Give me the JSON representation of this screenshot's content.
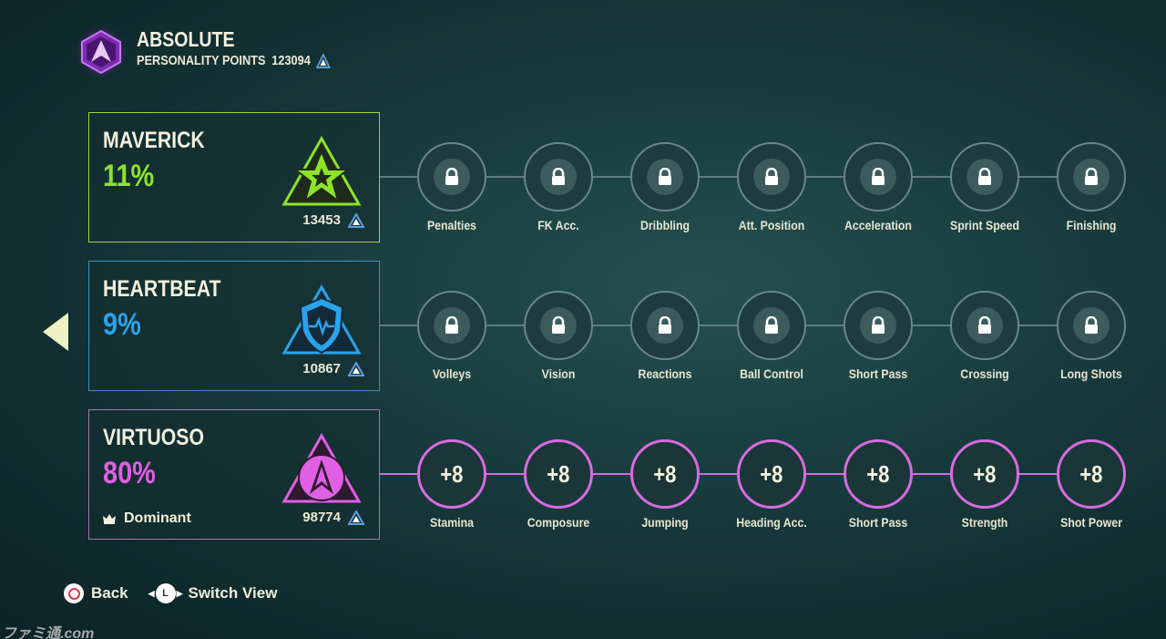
{
  "header": {
    "title": "ABSOLUTE",
    "points_label": "PERSONALITY POINTS",
    "points_value": "123094"
  },
  "archetypes": [
    {
      "name": "MAVERICK",
      "percent": "11%",
      "points": "13453",
      "color": "#8ee22a",
      "border": "#a7cf4a",
      "nodes": [
        {
          "label": "Penalties",
          "state": "locked"
        },
        {
          "label": "FK Acc.",
          "state": "locked"
        },
        {
          "label": "Dribbling",
          "state": "locked"
        },
        {
          "label": "Att. Position",
          "state": "locked"
        },
        {
          "label": "Acceleration",
          "state": "locked"
        },
        {
          "label": "Sprint Speed",
          "state": "locked"
        },
        {
          "label": "Finishing",
          "state": "locked"
        }
      ]
    },
    {
      "name": "HEARTBEAT",
      "percent": "9%",
      "points": "10867",
      "color": "#2aa3ea",
      "border": "#3d8fc4",
      "nodes": [
        {
          "label": "Volleys",
          "state": "locked"
        },
        {
          "label": "Vision",
          "state": "locked"
        },
        {
          "label": "Reactions",
          "state": "locked"
        },
        {
          "label": "Ball Control",
          "state": "locked"
        },
        {
          "label": "Short Pass",
          "state": "locked"
        },
        {
          "label": "Crossing",
          "state": "locked"
        },
        {
          "label": "Long Shots",
          "state": "locked"
        }
      ]
    },
    {
      "name": "VIRTUOSO",
      "percent": "80%",
      "points": "98774",
      "color": "#e05fe4",
      "border": "#a67aa8",
      "dominant_label": "Dominant",
      "nodes": [
        {
          "label": "Stamina",
          "state": "active",
          "value": "+8"
        },
        {
          "label": "Composure",
          "state": "active",
          "value": "+8"
        },
        {
          "label": "Jumping",
          "state": "active",
          "value": "+8"
        },
        {
          "label": "Heading Acc.",
          "state": "active",
          "value": "+8"
        },
        {
          "label": "Short Pass",
          "state": "active",
          "value": "+8"
        },
        {
          "label": "Strength",
          "state": "active",
          "value": "+8"
        },
        {
          "label": "Shot Power",
          "state": "active",
          "value": "+8"
        }
      ]
    }
  ],
  "footer": {
    "back_label": "Back",
    "switch_label": "Switch View",
    "stick_letter": "L"
  },
  "watermark": "ファミ通.com"
}
